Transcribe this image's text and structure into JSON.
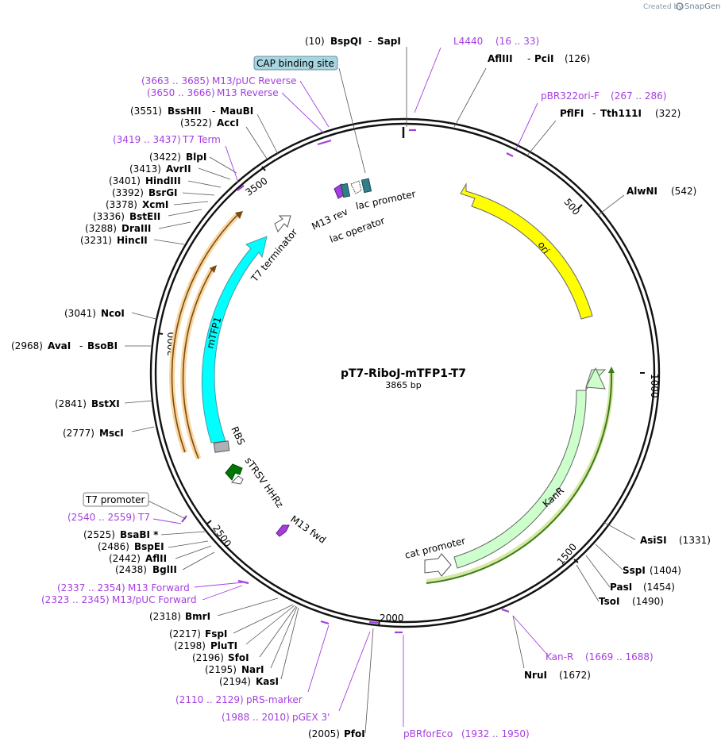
{
  "credit": {
    "prefix": "Created by",
    "brand": "SnapGene"
  },
  "plasmid": {
    "name": "pT7-RiboJ-mTFP1-T7",
    "length": "3865 bp"
  },
  "ticks": [
    "500",
    "1000",
    "1500",
    "2000",
    "2500",
    "3000",
    "3500"
  ],
  "sites": [
    {
      "pos": "(10)",
      "name": "BspQI",
      "name2": "SapI"
    },
    {
      "pos": "(126)",
      "name": "AflIII",
      "name2": "PciI"
    },
    {
      "pos": "(322)",
      "name": "PflFI",
      "name2": "Tth111I"
    },
    {
      "pos": "(542)",
      "name": "AlwNI"
    },
    {
      "pos": "(1331)",
      "name": "AsiSI"
    },
    {
      "pos": "(1404)",
      "name": "SspI"
    },
    {
      "pos": "(1454)",
      "name": "PasI"
    },
    {
      "pos": "(1490)",
      "name": "TsoI"
    },
    {
      "pos": "(1672)",
      "name": "NruI"
    },
    {
      "pos": "(2005)",
      "name": "PfoI"
    },
    {
      "pos": "(2194)",
      "name": "KasI"
    },
    {
      "pos": "(2195)",
      "name": "NarI"
    },
    {
      "pos": "(2196)",
      "name": "SfoI"
    },
    {
      "pos": "(2198)",
      "name": "PluTI"
    },
    {
      "pos": "(2217)",
      "name": "FspI"
    },
    {
      "pos": "(2318)",
      "name": "BmrI"
    },
    {
      "pos": "(2438)",
      "name": "BglII"
    },
    {
      "pos": "(2442)",
      "name": "AflII"
    },
    {
      "pos": "(2486)",
      "name": "BspEI"
    },
    {
      "pos": "(2525)",
      "name": "BsaBI *"
    },
    {
      "pos": "(2777)",
      "name": "MscI"
    },
    {
      "pos": "(2841)",
      "name": "BstXI"
    },
    {
      "pos": "(2968)",
      "name": "AvaI",
      "name2": "BsoBI"
    },
    {
      "pos": "(3041)",
      "name": "NcoI"
    },
    {
      "pos": "(3231)",
      "name": "HincII"
    },
    {
      "pos": "(3288)",
      "name": "DraIII"
    },
    {
      "pos": "(3336)",
      "name": "BstEII"
    },
    {
      "pos": "(3378)",
      "name": "XcmI"
    },
    {
      "pos": "(3392)",
      "name": "BsrGI"
    },
    {
      "pos": "(3401)",
      "name": "HindIII"
    },
    {
      "pos": "(3413)",
      "name": "AvrII"
    },
    {
      "pos": "(3422)",
      "name": "BlpI"
    },
    {
      "pos": "(3522)",
      "name": "AccI"
    },
    {
      "pos": "(3551)",
      "name": "BssHII",
      "name2": "MauBI"
    }
  ],
  "primers": [
    {
      "name": "L4440",
      "range": "(16 .. 33)"
    },
    {
      "name": "pBR322ori-F",
      "range": "(267 .. 286)"
    },
    {
      "name": "Kan-R",
      "range": "(1669 .. 1688)"
    },
    {
      "name": "pBRforEco",
      "range": "(1932 .. 1950)"
    },
    {
      "name": "pGEX 3'",
      "range": "(1988 .. 2010)"
    },
    {
      "name": "pRS-marker",
      "range": "(2110 .. 2129)"
    },
    {
      "name": "M13/pUC Forward",
      "range": "(2323 .. 2345)"
    },
    {
      "name": "M13 Forward",
      "range": "(2337 .. 2354)"
    },
    {
      "name": "T7",
      "range": "(2540 .. 2559)"
    },
    {
      "name": "T7 Term",
      "range": "(3419 .. 3437)"
    },
    {
      "name": "M13 Reverse",
      "range": "(3650 .. 3666)"
    },
    {
      "name": "M13/pUC Reverse",
      "range": "(3663 .. 3685)"
    }
  ],
  "boxed_features": {
    "cap": "CAP binding site",
    "t7promoter": "T7 promoter"
  },
  "features": {
    "ori": "ori",
    "kanr": "KanR",
    "cat_promoter": "cat promoter",
    "mtfp1": "mTFP1",
    "rbs": "RBS",
    "strsv": "sTRSV HHRz",
    "m13fwd": "M13 fwd",
    "t7term": "T7 terminator",
    "m13rev": "M13 rev",
    "lac_operator": "lac operator",
    "lac_promoter": "lac promoter"
  },
  "colors": {
    "ori": "#ffff00",
    "kanr": "#ccffcc",
    "mtfp1": "#00ffff",
    "orf": "#f5a623",
    "orf_green": "#3a7d1c",
    "primer": "#a43ee0",
    "strsv": "#007700",
    "lac_op": "#2f7e8a",
    "cap_box": "#a7d5e0"
  }
}
